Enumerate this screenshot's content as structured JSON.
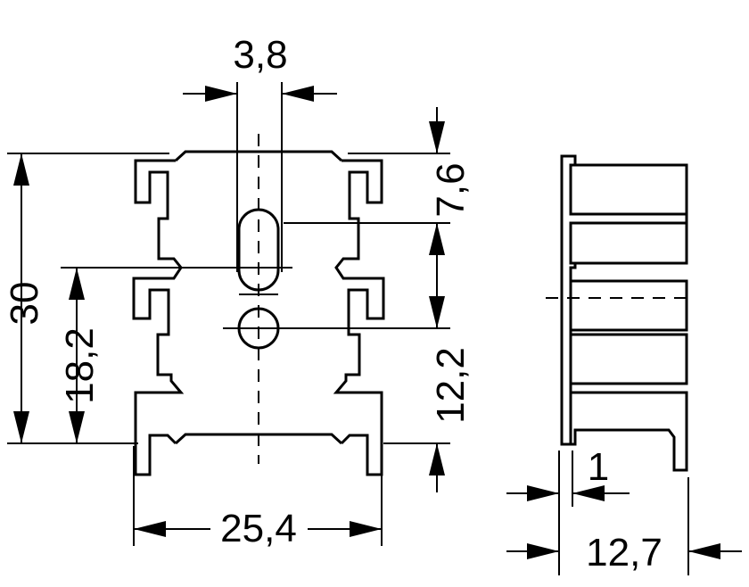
{
  "dimensions": {
    "slot_width": "3,8",
    "slot_offset": "7,6",
    "total_height": "30",
    "hole_height": "18,2",
    "hole_spacing": "12,2",
    "pin_spacing": "25,4",
    "base_thickness": "1",
    "depth": "12,7"
  },
  "colors": {
    "line": "#000000",
    "background": "#ffffff"
  }
}
